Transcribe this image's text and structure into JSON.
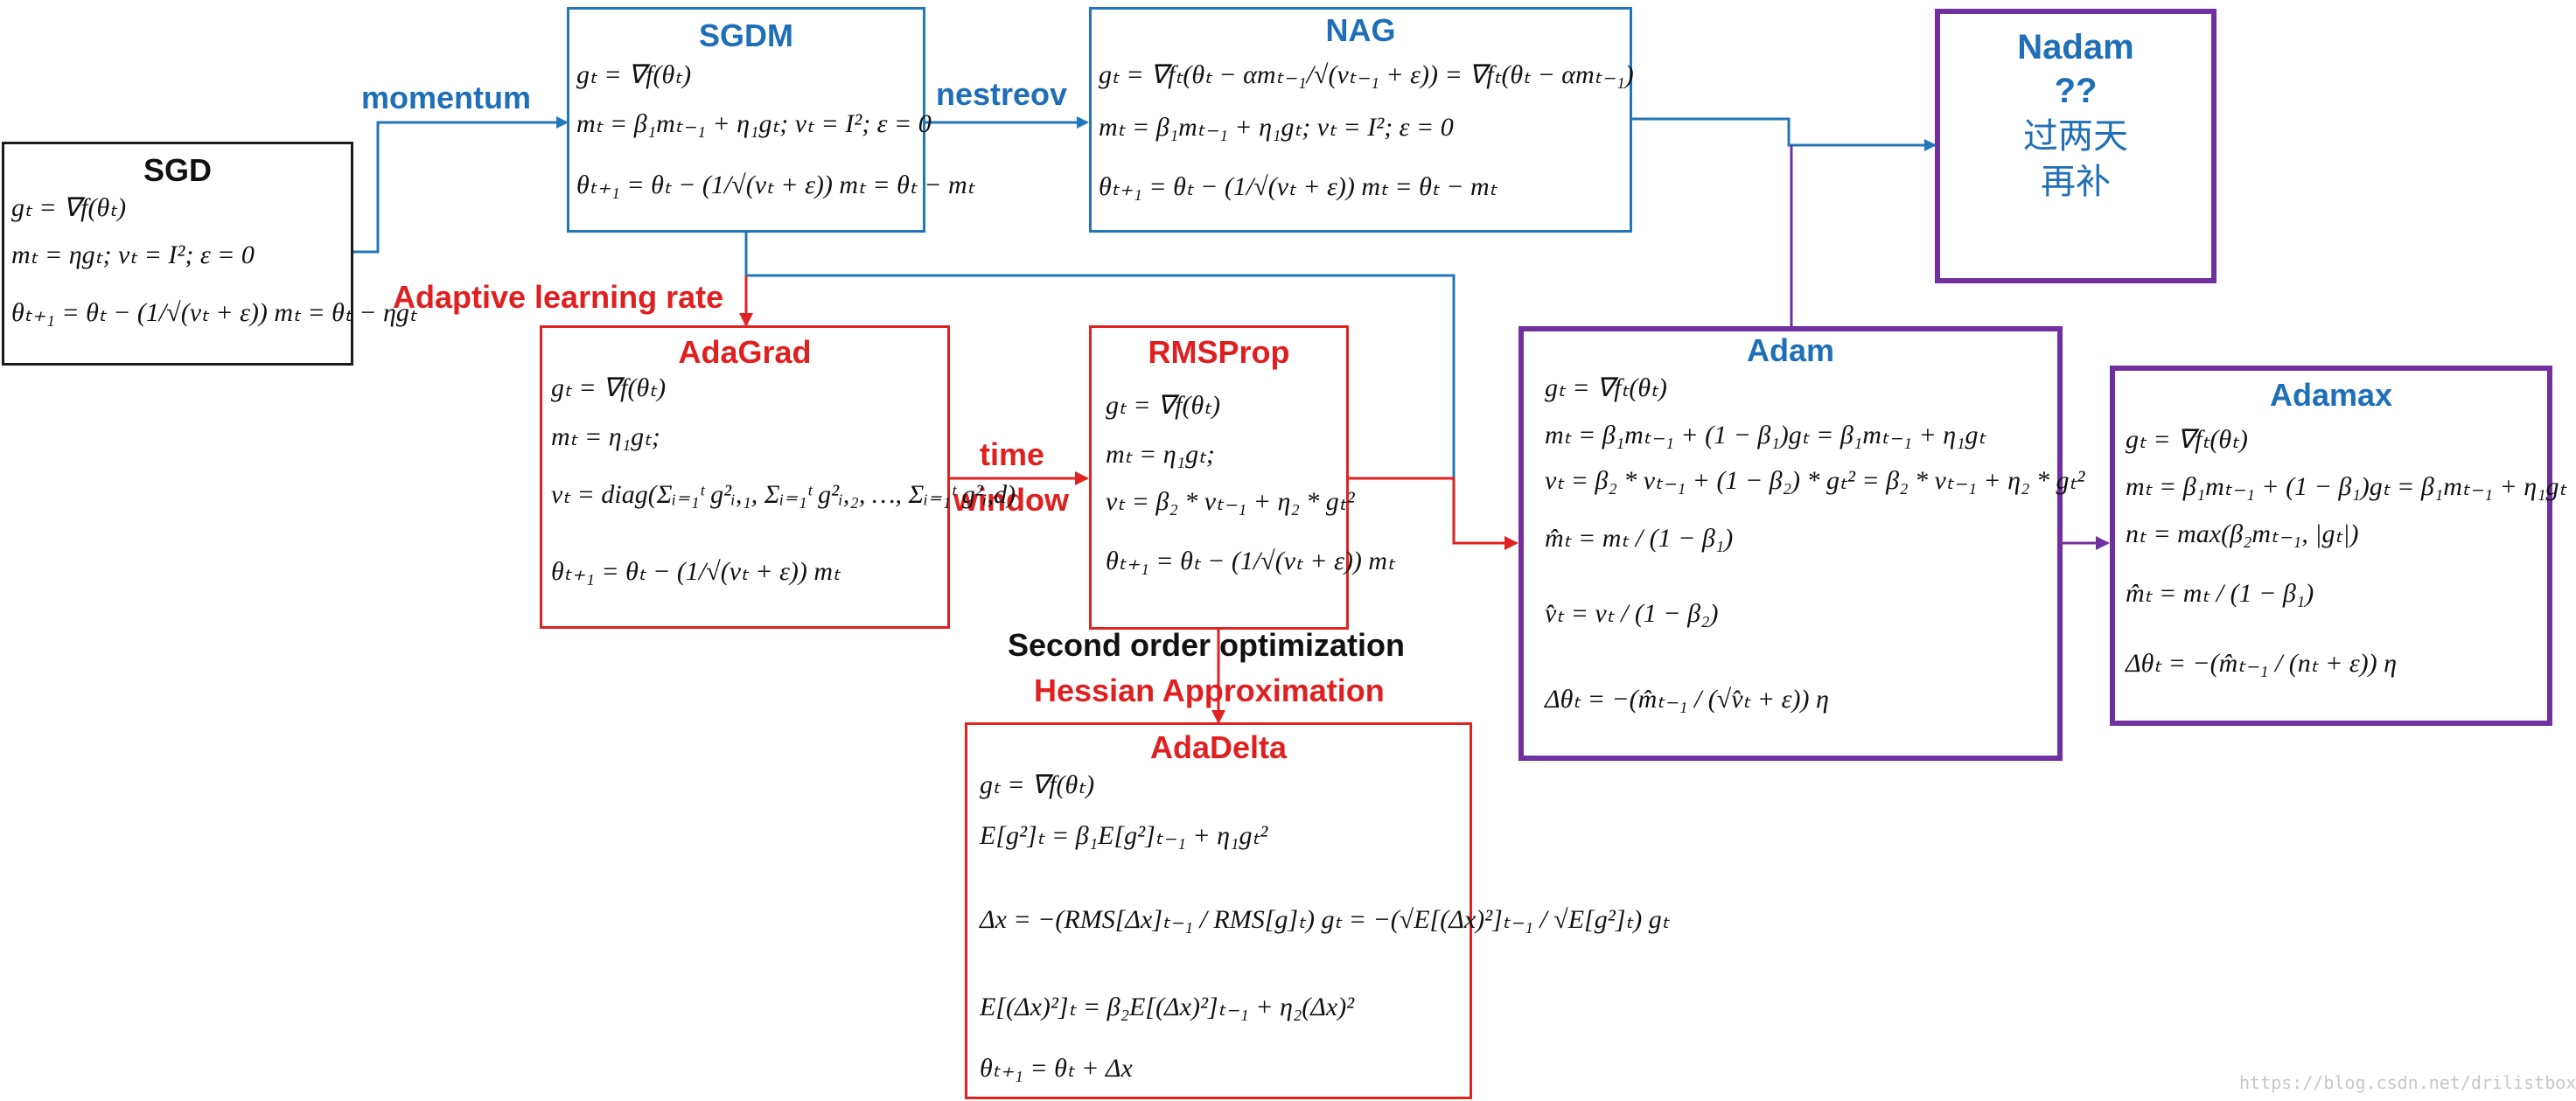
{
  "colors": {
    "black": "#111111",
    "blue": "#1f6fb8",
    "red": "#e02020",
    "purple": "#7030a0"
  },
  "edges": {
    "momentum": "momentum",
    "nestreov": "nestreov",
    "adaptive": "Adaptive learning rate",
    "time": "time",
    "window": "window",
    "second_order": "Second order optimization",
    "hessian": "Hessian Approximation"
  },
  "boxes": {
    "sgd": {
      "title": "SGD",
      "eqs": [
        "gₜ = ∇f(θₜ)",
        "mₜ = ηgₜ; vₜ = I²; ε = 0",
        "θₜ₊₁ = θₜ − (1/√(vₜ + ε)) mₜ = θₜ − ηgₜ"
      ]
    },
    "sgdm": {
      "title": "SGDM",
      "eqs": [
        "gₜ = ∇f(θₜ)",
        "mₜ = β₁mₜ₋₁ + η₁gₜ; vₜ = I²; ε = 0",
        "θₜ₊₁ = θₜ − (1/√(vₜ + ε)) mₜ = θₜ − mₜ"
      ]
    },
    "nag": {
      "title": "NAG",
      "eqs": [
        "gₜ = ∇fₜ(θₜ − αmₜ₋₁/√(vₜ₋₁ + ε)) = ∇fₜ(θₜ − αmₜ₋₁)",
        "mₜ = β₁mₜ₋₁ + η₁gₜ; vₜ = I²; ε = 0",
        "θₜ₊₁ = θₜ − (1/√(vₜ + ε)) mₜ = θₜ − mₜ"
      ]
    },
    "nadam": {
      "title": "Nadam",
      "line2": "??",
      "line3": "过两天",
      "line4": "再补"
    },
    "adagrad": {
      "title": "AdaGrad",
      "eqs": [
        "gₜ = ∇f(θₜ)",
        "mₜ = η₁gₜ;",
        "vₜ = diag(Σᵢ₌₁ᵗ g²ᵢ,₁, Σᵢ₌₁ᵗ g²ᵢ,₂, …, Σᵢ₌₁ᵗ g²ᵢ,d)",
        "θₜ₊₁ = θₜ − (1/√(vₜ + ε)) mₜ"
      ]
    },
    "rmsprop": {
      "title": "RMSProp",
      "eqs": [
        "gₜ = ∇f(θₜ)",
        "mₜ = η₁gₜ;",
        "vₜ = β₂ * vₜ₋₁ + η₂ * gₜ²",
        "θₜ₊₁ = θₜ − (1/√(vₜ + ε)) mₜ"
      ]
    },
    "adam": {
      "title": "Adam",
      "eqs": [
        "gₜ = ∇fₜ(θₜ)",
        "mₜ = β₁mₜ₋₁ + (1 − β₁)gₜ = β₁mₜ₋₁ + η₁gₜ",
        "vₜ = β₂ * vₜ₋₁ + (1 − β₂) * gₜ² = β₂ * vₜ₋₁ + η₂ * gₜ²",
        "m̂ₜ = mₜ / (1 − β₁)",
        "v̂ₜ = vₜ / (1 − β₂)",
        "Δθₜ = −(m̂ₜ₋₁ / (√v̂ₜ + ε)) η"
      ]
    },
    "adamax": {
      "title": "Adamax",
      "eqs": [
        "gₜ = ∇fₜ(θₜ)",
        "mₜ = β₁mₜ₋₁ + (1 − β₁)gₜ = β₁mₜ₋₁ + η₁gₜ",
        "nₜ = max(β₂mₜ₋₁, |gₜ|)",
        "m̂ₜ = mₜ / (1 − β₁)",
        "Δθₜ = −(m̂ₜ₋₁ / (nₜ + ε)) η"
      ]
    },
    "adadelta": {
      "title": "AdaDelta",
      "eqs": [
        "gₜ = ∇f(θₜ)",
        "E[g²]ₜ = β₁E[g²]ₜ₋₁ + η₁gₜ²",
        "Δx = −(RMS[Δx]ₜ₋₁ / RMS[g]ₜ) gₜ = −(√E[(Δx)²]ₜ₋₁ / √E[g²]ₜ) gₜ",
        "E[(Δx)²]ₜ = β₂E[(Δx)²]ₜ₋₁ + η₂(Δx)²",
        "θₜ₊₁ = θₜ + Δx"
      ]
    }
  },
  "watermark": "https://blog.csdn.net/drilistbox"
}
